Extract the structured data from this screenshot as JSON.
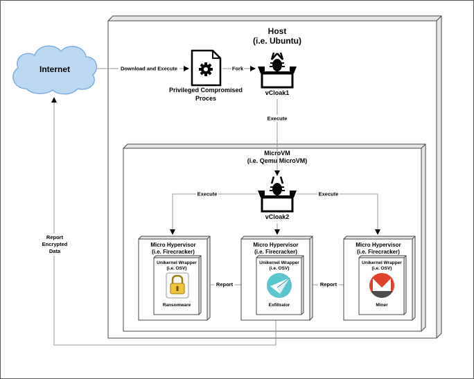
{
  "host": {
    "title": "Host",
    "subtitle": "(i.e. Ubuntu)"
  },
  "internet": {
    "label": "Internet"
  },
  "process": {
    "line1": "Privileged Compromised",
    "line2": "Proces"
  },
  "vcloak1": {
    "label": "vCloak1"
  },
  "microvm": {
    "title": "MicroVM",
    "subtitle": "(i.e. Qemu MicroVM)"
  },
  "vcloak2": {
    "label": "vCloak2"
  },
  "edges": {
    "download": "Download and Execute",
    "fork": "Fork",
    "execute_down": "Execute",
    "execute_left": "Execute",
    "execute_right": "Execute",
    "report_left": "Report",
    "report_right": "Report",
    "report_internet": [
      "Report",
      "Encrypted",
      "Data"
    ]
  },
  "hypervisors": [
    {
      "title": "Micro Hypervisor",
      "subtitle": "(i.e. Firecracker)",
      "wrapper_title": "Unikernel Wrapper",
      "wrapper_subtitle": "(i.e. OSV)",
      "payload": "Ransomware",
      "icon": "lock-icon"
    },
    {
      "title": "Micro Hypervisor",
      "subtitle": "(i.e. Firecracker)",
      "wrapper_title": "Unikernel Wrapper",
      "wrapper_subtitle": "(i.e. OSV)",
      "payload": "Exfiltrator",
      "icon": "paper-plane-icon"
    },
    {
      "title": "Micro Hypervisor",
      "subtitle": "(i.e. Firecracker)",
      "wrapper_title": "Unikernel Wrapper",
      "wrapper_subtitle": "(i.e. OSV)",
      "payload": "Miner",
      "icon": "monero-icon"
    }
  ],
  "colors": {
    "cloud_fill": "#bcd9f4",
    "cloud_stroke": "#7aaee0",
    "plane_circle": "#57c6cf",
    "monero": "#e3402b",
    "lock_body": "#f1c13d"
  }
}
